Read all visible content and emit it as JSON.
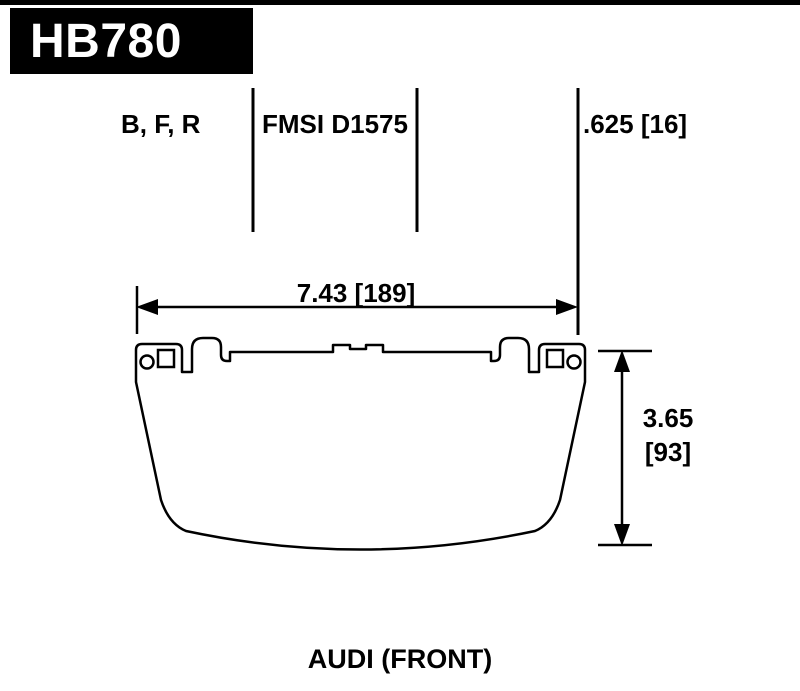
{
  "title_block": {
    "part_number": "HB780"
  },
  "spec_row": {
    "compounds": "B, F, R",
    "fmsi": "FMSI D1575",
    "thickness": ".625 [16]"
  },
  "dimensions": {
    "width": "7.43 [189]",
    "height_in": "3.65",
    "height_mm": "[93]"
  },
  "footer": {
    "application": "AUDI (FRONT)"
  },
  "colors": {
    "ink": "#000000",
    "paper": "#ffffff"
  }
}
